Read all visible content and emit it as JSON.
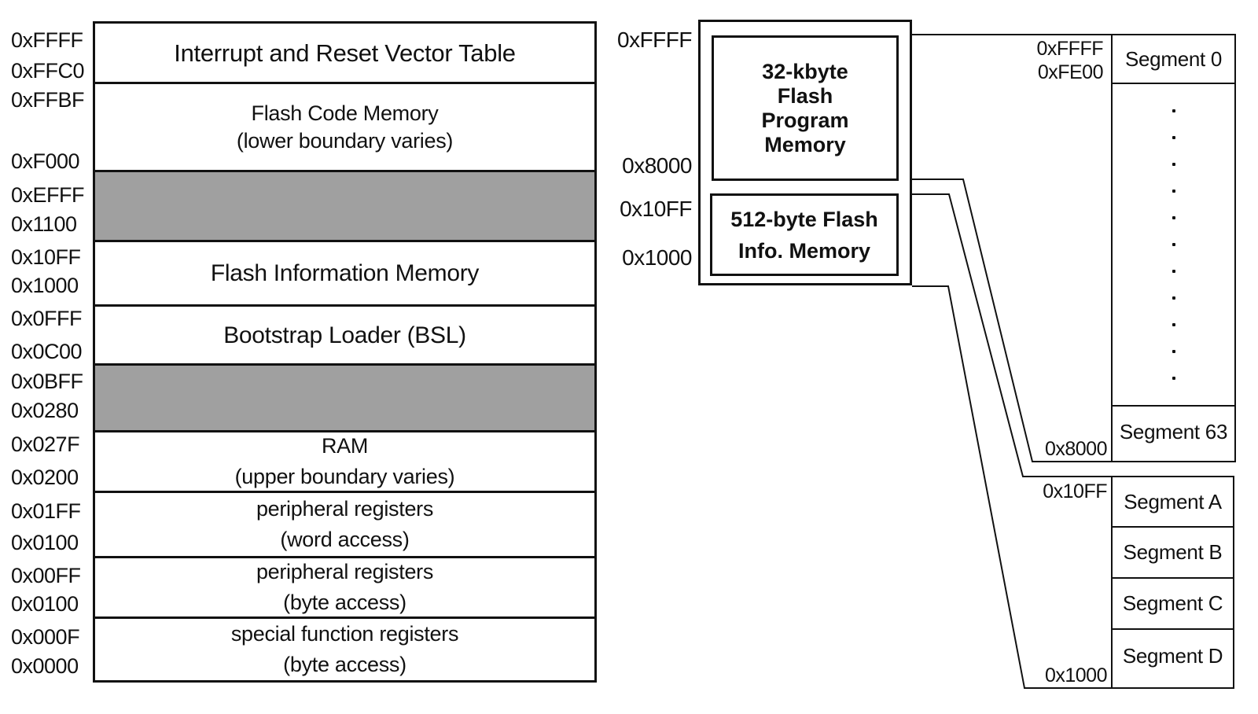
{
  "memory_map": {
    "shaded_color": "#a0a0a0",
    "rows": [
      {
        "top_addr": "0xFFFF",
        "bottom_addr": "0xFFC0",
        "lines": [
          "Interrupt and Reset Vector Table"
        ],
        "shaded": false
      },
      {
        "top_addr": "0xFFBF",
        "bottom_addr": "0xF000",
        "lines": [
          "Flash Code Memory",
          "(lower boundary varies)"
        ],
        "shaded": false
      },
      {
        "top_addr": "0xEFFF",
        "bottom_addr": "0x1100",
        "lines": [],
        "shaded": true
      },
      {
        "top_addr": "0x10FF",
        "bottom_addr": "0x1000",
        "lines": [
          "Flash Information Memory"
        ],
        "shaded": false
      },
      {
        "top_addr": "0x0FFF",
        "bottom_addr": "0x0C00",
        "lines": [
          "Bootstrap Loader (BSL)"
        ],
        "shaded": false
      },
      {
        "top_addr": "0x0BFF",
        "bottom_addr": "0x0280",
        "lines": [],
        "shaded": true
      },
      {
        "top_addr": "0x027F",
        "bottom_addr": "0x0200",
        "lines": [
          "RAM",
          "(upper boundary varies)"
        ],
        "shaded": false
      },
      {
        "top_addr": "0x01FF",
        "bottom_addr": "0x0100",
        "lines": [
          "peripheral registers",
          "(word access)"
        ],
        "shaded": false
      },
      {
        "top_addr": "0x00FF",
        "bottom_addr": "0x0100",
        "lines": [
          "peripheral registers",
          "(byte access)"
        ],
        "shaded": false
      },
      {
        "top_addr": "0x000F",
        "bottom_addr": "0x0000",
        "lines": [
          "special function registers",
          "(byte access)"
        ],
        "shaded": false
      }
    ]
  },
  "flash_module": {
    "addr_labels": [
      "0xFFFF",
      "0x8000",
      "0x10FF",
      "0x1000"
    ],
    "program_memory_lines": [
      "32-kbyte",
      "Flash",
      "Program",
      "Memory"
    ],
    "info_memory_lines": [
      "512-byte Flash",
      "Info. Memory"
    ]
  },
  "main_segment_table": {
    "addr_top_high": "0xFFFF",
    "addr_top_low": "0xFE00",
    "addr_bottom": "0x8000",
    "first_segment": "Segment 0",
    "last_segment": "Segment 63",
    "dots_count": 11
  },
  "info_segment_table": {
    "addr_top": "0x10FF",
    "addr_bottom": "0x1000",
    "segments": [
      "Segment A",
      "Segment B",
      "Segment C",
      "Segment D"
    ]
  }
}
